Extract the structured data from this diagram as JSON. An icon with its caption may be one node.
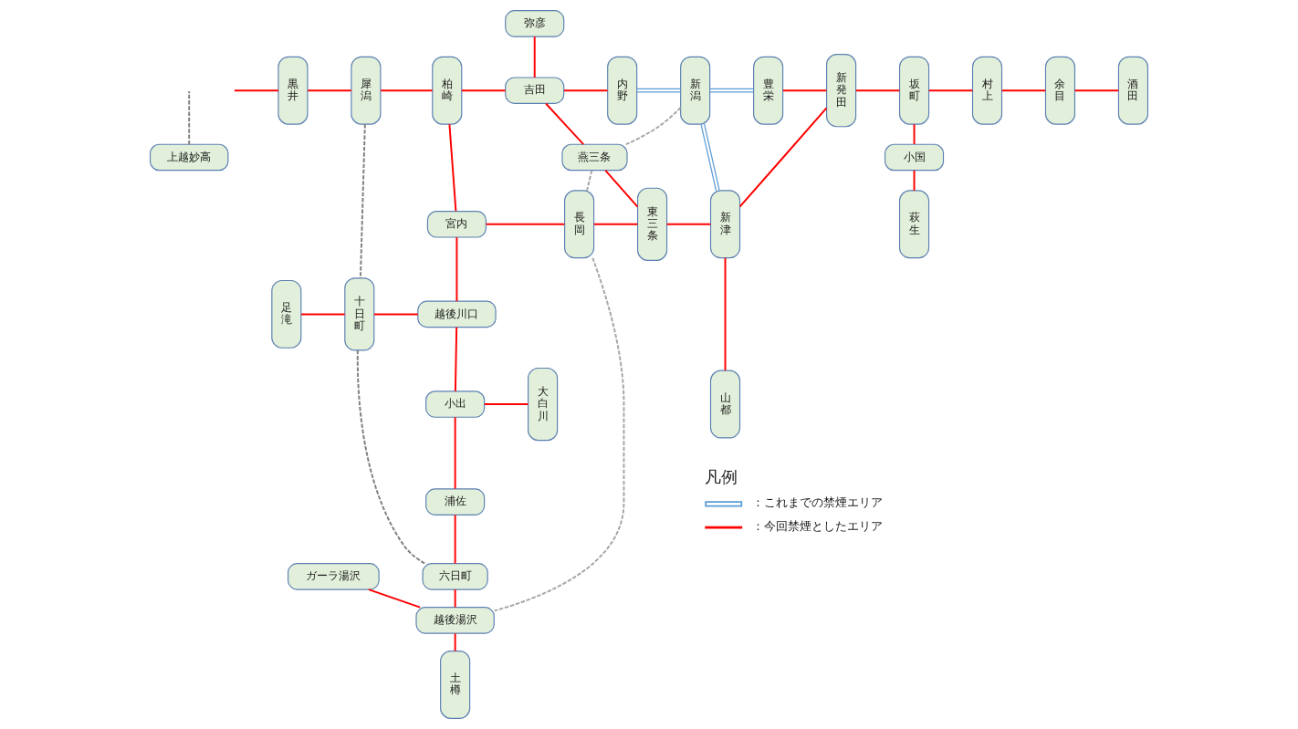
{
  "diagram": {
    "nodes": [
      {
        "text": [
          "弥彦"
        ]
      },
      {
        "text": [
          "黒井"
        ]
      },
      {
        "text": [
          "犀潟"
        ]
      },
      {
        "text": [
          "柏崎"
        ]
      },
      {
        "text": [
          "吉田"
        ]
      },
      {
        "text": [
          "内野"
        ]
      },
      {
        "text": [
          "新潟"
        ]
      },
      {
        "text": [
          "豊栄"
        ]
      },
      {
        "text": [
          "新発田"
        ]
      },
      {
        "text": [
          "坂町"
        ]
      },
      {
        "text": [
          "村上"
        ]
      },
      {
        "text": [
          "余目"
        ]
      },
      {
        "text": [
          "酒田"
        ]
      },
      {
        "text": [
          "燕三条"
        ]
      },
      {
        "text": [
          "小国"
        ]
      },
      {
        "text": [
          "上越妙高"
        ]
      },
      {
        "text": [
          "宮内"
        ]
      },
      {
        "text": [
          "長岡"
        ]
      },
      {
        "text": [
          "東三条"
        ]
      },
      {
        "text": [
          "新津"
        ]
      },
      {
        "text": [
          "萩生"
        ]
      },
      {
        "text": [
          "足滝"
        ]
      },
      {
        "text": [
          "十日町"
        ]
      },
      {
        "text": [
          "越後川口"
        ]
      },
      {
        "text": [
          "小出"
        ]
      },
      {
        "text": [
          "大白川"
        ]
      },
      {
        "text": [
          "浦佐"
        ]
      },
      {
        "text": [
          "山都"
        ]
      },
      {
        "text": [
          "ガーラ湯沢"
        ]
      },
      {
        "text": [
          "六日町"
        ]
      },
      {
        "text": [
          "越後湯沢"
        ]
      },
      {
        "text": [
          "土樽"
        ]
      }
    ],
    "edges": [
      {
        "from": null,
        "to": 1,
        "arrow": "none"
      },
      {
        "from": 1,
        "to": 2,
        "arrow": "none"
      },
      {
        "from": 2,
        "to": 3,
        "arrow": "none"
      },
      {
        "from": 3,
        "to": 4,
        "arrow": "none"
      },
      {
        "from": 0,
        "to": 4,
        "arrow": "none"
      },
      {
        "from": 4,
        "to": 5,
        "arrow": "none"
      },
      {
        "from": 5,
        "to": 6,
        "arrow": "none",
        "color": "#5b9bd5"
      },
      {
        "from": 6,
        "to": 7,
        "arrow": "none",
        "color": "#5b9bd5"
      },
      {
        "from": 7,
        "to": 8,
        "arrow": "none"
      },
      {
        "from": 8,
        "to": 9,
        "arrow": "none"
      },
      {
        "from": 9,
        "to": 10,
        "arrow": "none"
      },
      {
        "from": 10,
        "to": 11,
        "arrow": "none"
      },
      {
        "from": 11,
        "to": 12,
        "arrow": "none"
      },
      {
        "from": 15,
        "to": null,
        "arrow": "none",
        "style": "dashed",
        "color": "#7f7f7f"
      },
      {
        "from": 2,
        "to": 22,
        "arrow": "none",
        "style": "dashed",
        "color": "#7f7f7f"
      },
      {
        "from": 4,
        "to": 13,
        "arrow": "none"
      },
      {
        "from": 6,
        "to": 13,
        "arrow": "none",
        "style": "dashed",
        "color": "#a6a6a6"
      },
      {
        "from": 6,
        "to": 19,
        "arrow": "none",
        "color": "#5b9bd5"
      },
      {
        "from": 8,
        "to": 19,
        "arrow": "none"
      },
      {
        "from": 9,
        "to": 14,
        "arrow": "none"
      },
      {
        "from": 13,
        "to": 17,
        "arrow": "none",
        "style": "dashed",
        "color": "#a6a6a6"
      },
      {
        "from": 13,
        "to": 18,
        "arrow": "none"
      },
      {
        "from": 14,
        "to": 20,
        "arrow": "none"
      },
      {
        "from": 3,
        "to": 16,
        "arrow": "none"
      },
      {
        "from": 16,
        "to": 17,
        "arrow": "none"
      },
      {
        "from": 17,
        "to": 18,
        "arrow": "none"
      },
      {
        "from": 18,
        "to": 19,
        "arrow": "none"
      },
      {
        "from": 16,
        "to": 23,
        "arrow": "none"
      },
      {
        "from": 21,
        "to": 22,
        "arrow": "none"
      },
      {
        "from": 22,
        "to": 23,
        "arrow": "none"
      },
      {
        "from": 17,
        "to": 30,
        "arrow": "none",
        "style": "dashed",
        "color": "#a6a6a6"
      },
      {
        "from": 22,
        "to": 29,
        "arrow": "none",
        "style": "dashed",
        "color": "#7f7f7f"
      },
      {
        "from": 23,
        "to": 24,
        "arrow": "none"
      },
      {
        "from": 24,
        "to": 25,
        "arrow": "none"
      },
      {
        "from": 19,
        "to": 27,
        "arrow": "none"
      },
      {
        "from": 24,
        "to": 26,
        "arrow": "none"
      },
      {
        "from": 26,
        "to": 29,
        "arrow": "none"
      },
      {
        "from": 28,
        "to": 30,
        "arrow": "none"
      },
      {
        "from": 29,
        "to": 30,
        "arrow": "none"
      },
      {
        "from": 30,
        "to": 31,
        "arrow": "none"
      }
    ],
    "labels": [
      "凡例"
    ],
    "legend": [
      {
        "text": "：これまでの禁煙エリア",
        "color": "#5b9bd5"
      },
      {
        "text": "：今回禁煙としたエリア",
        "color": "#ff0000"
      }
    ]
  }
}
